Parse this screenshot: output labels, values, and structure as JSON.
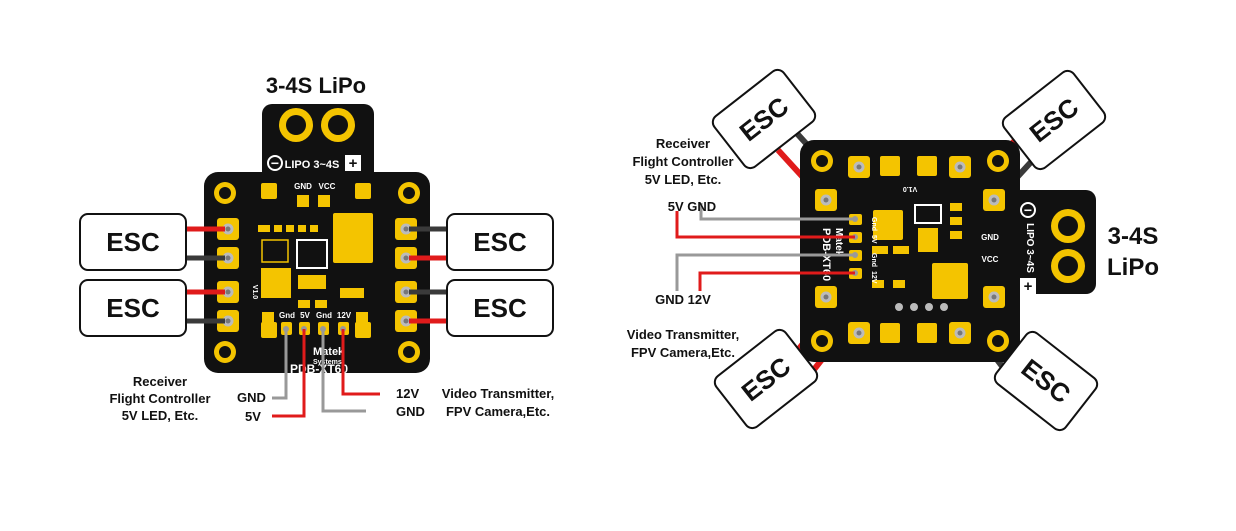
{
  "left": {
    "battery_title": "3-4S LiPo",
    "lipo_label": "LIPO 3~4S",
    "minus": "−",
    "plus": "+",
    "board_top_labels": [
      "GND",
      "VCC"
    ],
    "board_version": "V1.0",
    "bottom_pad_labels": [
      "Gnd",
      "5V",
      "Gnd",
      "12V"
    ],
    "brand": "Matek",
    "brand_sub": "Systems",
    "model": "PDB-XT60",
    "esc_labels": [
      "ESC",
      "ESC",
      "ESC",
      "ESC"
    ],
    "receiver_text": [
      "Receiver",
      "Flight Controller",
      "5V LED, Etc."
    ],
    "wire_gnd": "GND",
    "wire_5v": "5V",
    "wire_12v": "12V",
    "wire_gnd2": "GND",
    "video_text": [
      "Video Transmitter,",
      "FPV Camera,Etc."
    ]
  },
  "right": {
    "battery_title": [
      "3-4S",
      "LiPo"
    ],
    "lipo_label": "LIPO 3~4S",
    "minus": "−",
    "plus": "+",
    "side_labels": [
      "GND",
      "VCC"
    ],
    "board_version": "V1.0",
    "pad_labels": [
      "Gnd",
      "5V",
      "Gnd",
      "12V"
    ],
    "brand": "Matek",
    "brand_sub": "Systems",
    "model": "PDB-XT60",
    "esc_labels": [
      "ESC",
      "ESC",
      "ESC",
      "ESC"
    ],
    "receiver_text": [
      "Receiver",
      "Flight Controller",
      "5V LED, Etc."
    ],
    "wire_5v_gnd": "5V GND",
    "wire_gnd_12v": "GND 12V",
    "video_text": [
      "Video Transmitter,",
      "FPV Camera,Etc."
    ]
  },
  "colors": {
    "pcb": "#111111",
    "pad": "#f4c400",
    "wire_red": "#e01b1b",
    "wire_gray": "#999999",
    "wire_dark": "#3a3a3a"
  }
}
